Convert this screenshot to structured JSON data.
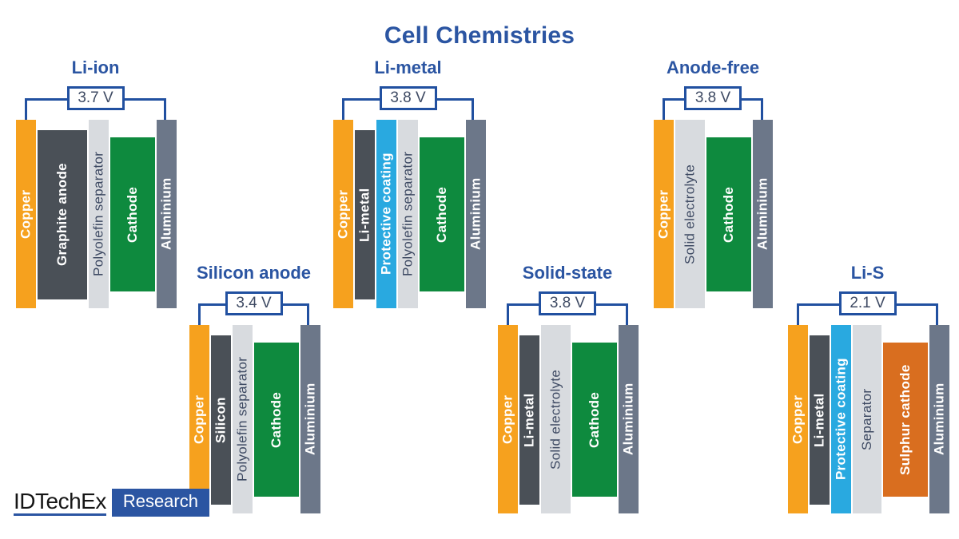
{
  "title": "Cell Chemistries",
  "palette": {
    "title_blue": "#2b55a2",
    "wire_blue": "#2150a0",
    "voltage_text": "#3e4a63",
    "copper": "#f6a11e",
    "electrode_dark": "#4a5057",
    "separator_gray": "#d8dbdf",
    "separator_text": "#3e4a63",
    "protective_coating_cyan": "#29a9e0",
    "cathode_green": "#0e8a3e",
    "sulphur_orange": "#d96e1f",
    "aluminium_gray": "#6c7789",
    "background": "#ffffff"
  },
  "cells": [
    {
      "title": "Li-ion",
      "voltage": "3.7 V",
      "layers": [
        {
          "label": "Copper"
        },
        {
          "label": "Graphite anode"
        },
        {
          "label": "Polyolefin separator"
        },
        {
          "label": "Cathode"
        },
        {
          "label": "Aluminium"
        }
      ]
    },
    {
      "title": "Li-metal",
      "voltage": "3.8 V",
      "layers": [
        {
          "label": "Copper"
        },
        {
          "label": "Li-metal"
        },
        {
          "label": "Protective coating"
        },
        {
          "label": "Polyolefin separator"
        },
        {
          "label": "Cathode"
        },
        {
          "label": "Aluminium"
        }
      ]
    },
    {
      "title": "Anode-free",
      "voltage": "3.8 V",
      "layers": [
        {
          "label": "Copper"
        },
        {
          "label": "Solid electrolyte"
        },
        {
          "label": "Cathode"
        },
        {
          "label": "Aluminium"
        }
      ]
    },
    {
      "title": "Silicon anode",
      "voltage": "3.4 V",
      "layers": [
        {
          "label": "Copper"
        },
        {
          "label": "Silicon"
        },
        {
          "label": "Polyolefin separator"
        },
        {
          "label": "Cathode"
        },
        {
          "label": "Aluminium"
        }
      ]
    },
    {
      "title": "Solid-state",
      "voltage": "3.8 V",
      "layers": [
        {
          "label": "Copper"
        },
        {
          "label": "Li-metal"
        },
        {
          "label": "Solid electrolyte"
        },
        {
          "label": "Cathode"
        },
        {
          "label": "Aluminium"
        }
      ]
    },
    {
      "title": "Li-S",
      "voltage": "2.1 V",
      "layers": [
        {
          "label": "Copper"
        },
        {
          "label": "Li-metal"
        },
        {
          "label": "Protective coating"
        },
        {
          "label": "Separator"
        },
        {
          "label": "Sulphur cathode"
        },
        {
          "label": "Aluminium"
        }
      ]
    }
  ],
  "logo": {
    "brand": "IDTechEx",
    "sub": "Research"
  }
}
